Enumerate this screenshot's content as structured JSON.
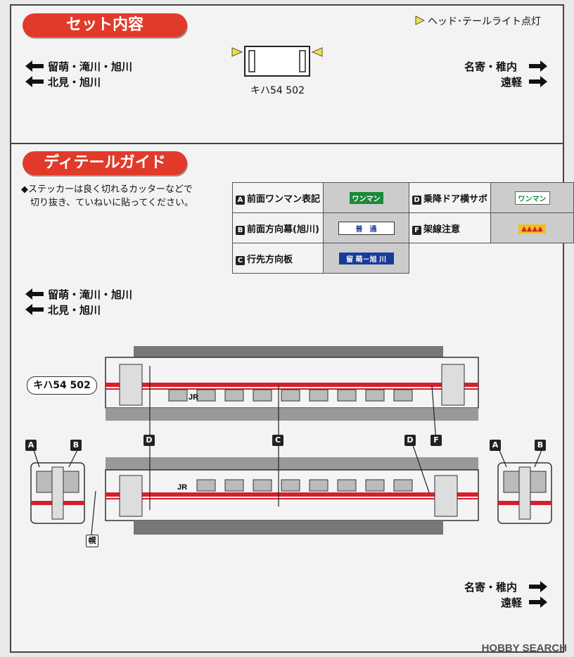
{
  "section1": {
    "title": "セット内容",
    "headlight_note": "ヘッド･テールライト点灯",
    "left_lines": [
      "留萌・滝川・旭川",
      "北見・旭川"
    ],
    "right_lines": [
      "名寄・稚内",
      "遠軽"
    ],
    "car_caption": "キハ54 502"
  },
  "section2": {
    "title": "ディテールガイド",
    "note_line1": "◆ステッカーは良く切れるカッターなどで",
    "note_line2": "　切り抜き、ていねいに貼ってください。",
    "legend": [
      {
        "letter": "A",
        "label": "前面ワンマン表記",
        "sticker": "ワンマン"
      },
      {
        "letter": "D",
        "label": "乗降ドア横サボ",
        "sticker": "ワンマン"
      },
      {
        "letter": "B",
        "label": "前面方向幕(旭川)",
        "sticker": "普　通"
      },
      {
        "letter": "F",
        "label": "架線注意",
        "sticker": "▲▲▲▲"
      },
      {
        "letter": "C",
        "label": "行先方向板",
        "sticker": "留 萌－旭 川"
      }
    ],
    "left_lines": [
      "留萌・滝川・旭川",
      "北見・旭川"
    ],
    "right_lines": [
      "名寄・稚内",
      "遠軽"
    ],
    "car_label": "キハ54 502",
    "jr_mark": "JR",
    "callouts": {
      "a": "A",
      "b": "B",
      "c": "C",
      "d": "D",
      "f": "F"
    },
    "side_label": "幌"
  },
  "watermark": "HOBBY SEARCH",
  "colors": {
    "accent": "#e23a2a",
    "stripe": "#d4202c",
    "sticker_green": "#1a8a3a",
    "sticker_blue": "#1a3a9a"
  }
}
